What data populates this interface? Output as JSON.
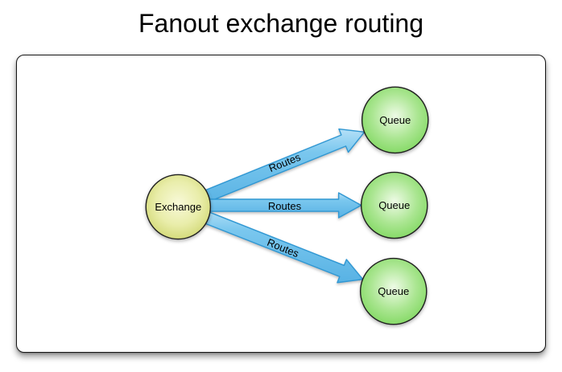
{
  "title": "Fanout exchange routing",
  "diagram": {
    "exchange": {
      "label": "Exchange"
    },
    "queues": [
      {
        "label": "Queue"
      },
      {
        "label": "Queue"
      },
      {
        "label": "Queue"
      }
    ],
    "routes": [
      {
        "label": "Routes"
      },
      {
        "label": "Routes"
      },
      {
        "label": "Routes"
      }
    ],
    "colors": {
      "exchange_center": "#f7f8d4",
      "exchange_edge": "#cfd66f",
      "queue_center": "#edfbe4",
      "queue_edge": "#7dd75d",
      "arrow_light": "#b5e0f7",
      "arrow_mid": "#7ac7ee",
      "arrow_dark": "#58b2e4",
      "arrow_stroke": "#2f97d3",
      "node_stroke": "#1f1f1f",
      "title_color": "#000000",
      "background": "#ffffff"
    }
  }
}
